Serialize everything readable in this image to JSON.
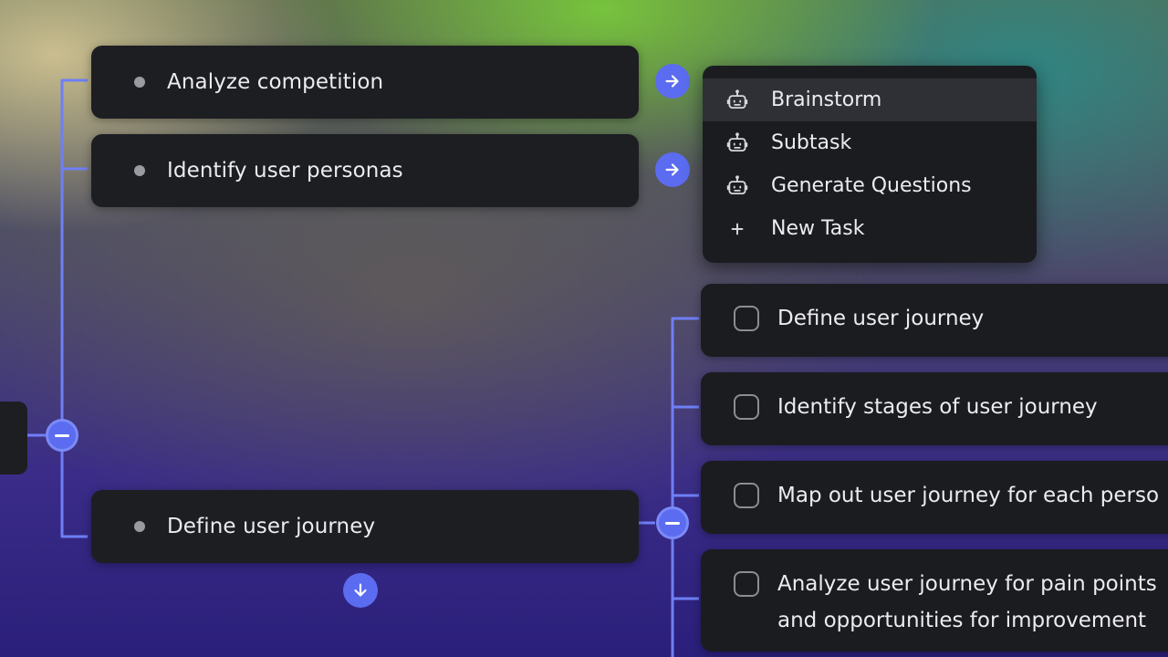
{
  "nodes": [
    {
      "label": "Analyze competition"
    },
    {
      "label": "Identify user personas"
    },
    {
      "label": "Define user journey"
    }
  ],
  "menu": {
    "items": [
      {
        "label": "Brainstorm",
        "icon": "robot-icon",
        "active": true
      },
      {
        "label": "Subtask",
        "icon": "robot-icon"
      },
      {
        "label": "Generate Questions",
        "icon": "robot-icon"
      },
      {
        "label": "New Task",
        "icon": "plus-icon"
      }
    ]
  },
  "subtasks": [
    {
      "label": "Define user journey"
    },
    {
      "label": "Identify stages of user journey"
    },
    {
      "label": "Map out user journey for each perso"
    },
    {
      "label": "Analyze user journey for pain points",
      "label2": "and opportunities for improvement"
    }
  ],
  "colors": {
    "accent": "#5b6cf0",
    "connector": "#6f7ff5",
    "node_bg": "#1d1e22"
  }
}
